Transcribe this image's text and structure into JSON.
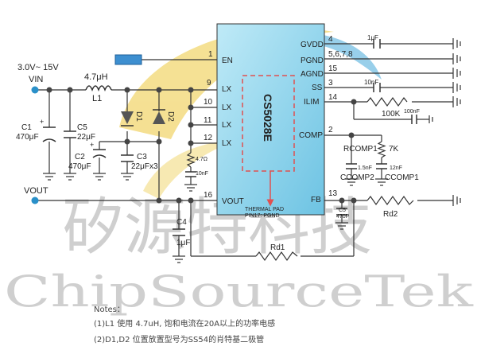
{
  "chip": {
    "part": "CS5028E",
    "pad_line1": "THERMAL PAD",
    "pad_line2": "PIN17: PGND",
    "pins_right": [
      {
        "num": "4",
        "name": "GVDD"
      },
      {
        "num": "5,6,7,8",
        "name": "PGND"
      },
      {
        "num": "15",
        "name": "AGND"
      },
      {
        "num": "3",
        "name": "SS"
      },
      {
        "num": "14",
        "name": "ILIM"
      },
      {
        "num": "2",
        "name": "COMP"
      },
      {
        "num": "13",
        "name": "FB"
      }
    ],
    "pins_left": [
      {
        "num": "1",
        "name": "EN"
      },
      {
        "num": "9",
        "name": "LX"
      },
      {
        "num": "10",
        "name": "LX"
      },
      {
        "num": "11",
        "name": "LX"
      },
      {
        "num": "12",
        "name": "LX"
      },
      {
        "num": "16",
        "name": "VOUT"
      }
    ]
  },
  "nets": {
    "vin_range": "3.0V~ 15V",
    "vin": "VIN",
    "vout": "VOUT"
  },
  "components": {
    "inductor_value": "4.7μH",
    "inductor_ref": "L1",
    "c1_ref": "C1",
    "c1_val": "470μF",
    "c5_ref": "C5",
    "c5_val": "22μF",
    "c2_ref": "C2",
    "c2_val": "470μF",
    "c3_ref": "C3",
    "c3_val": "22μFx3",
    "d1": "D1",
    "d2": "D2",
    "snub_r": "4.7Ω",
    "snub_c": "10nF",
    "c4_ref": "C4",
    "c4_val": "1μF",
    "gvdd_cap": "1μF",
    "ss_cap": "10nF",
    "ilim_r": "100K",
    "ilim_c": "100nF",
    "rcomp1": "RCOMP1",
    "rcomp1_val": "7K",
    "ccomp2_val": "1.5nF",
    "ccomp2": "CCOMP2",
    "ccomp1_val": "12nF",
    "ccomp1": "CCOMP1",
    "c5_fb": "C5",
    "c5_fb_val": "470P",
    "rd2": "Rd2",
    "rd1": "Rd1"
  },
  "watermark": {
    "line1": "矽源特科技",
    "line2": "ChipSourceTek"
  },
  "notes": {
    "title": "Notes：",
    "line1": "(1)L1 使用 4.7uH, 饱和电流在20A以上的功率电感",
    "line2": "(2)D1,D2 位置放置型号为SS54的肖特基二极管"
  },
  "colors": {
    "chip_fill": "#8fd3ea",
    "pin_blue": "#2a90c9",
    "en_block": "#3d8fd0",
    "dashed_red": "#e05050",
    "logo_yellow": "#f3d979",
    "logo_blue": "#7fc4e6"
  }
}
